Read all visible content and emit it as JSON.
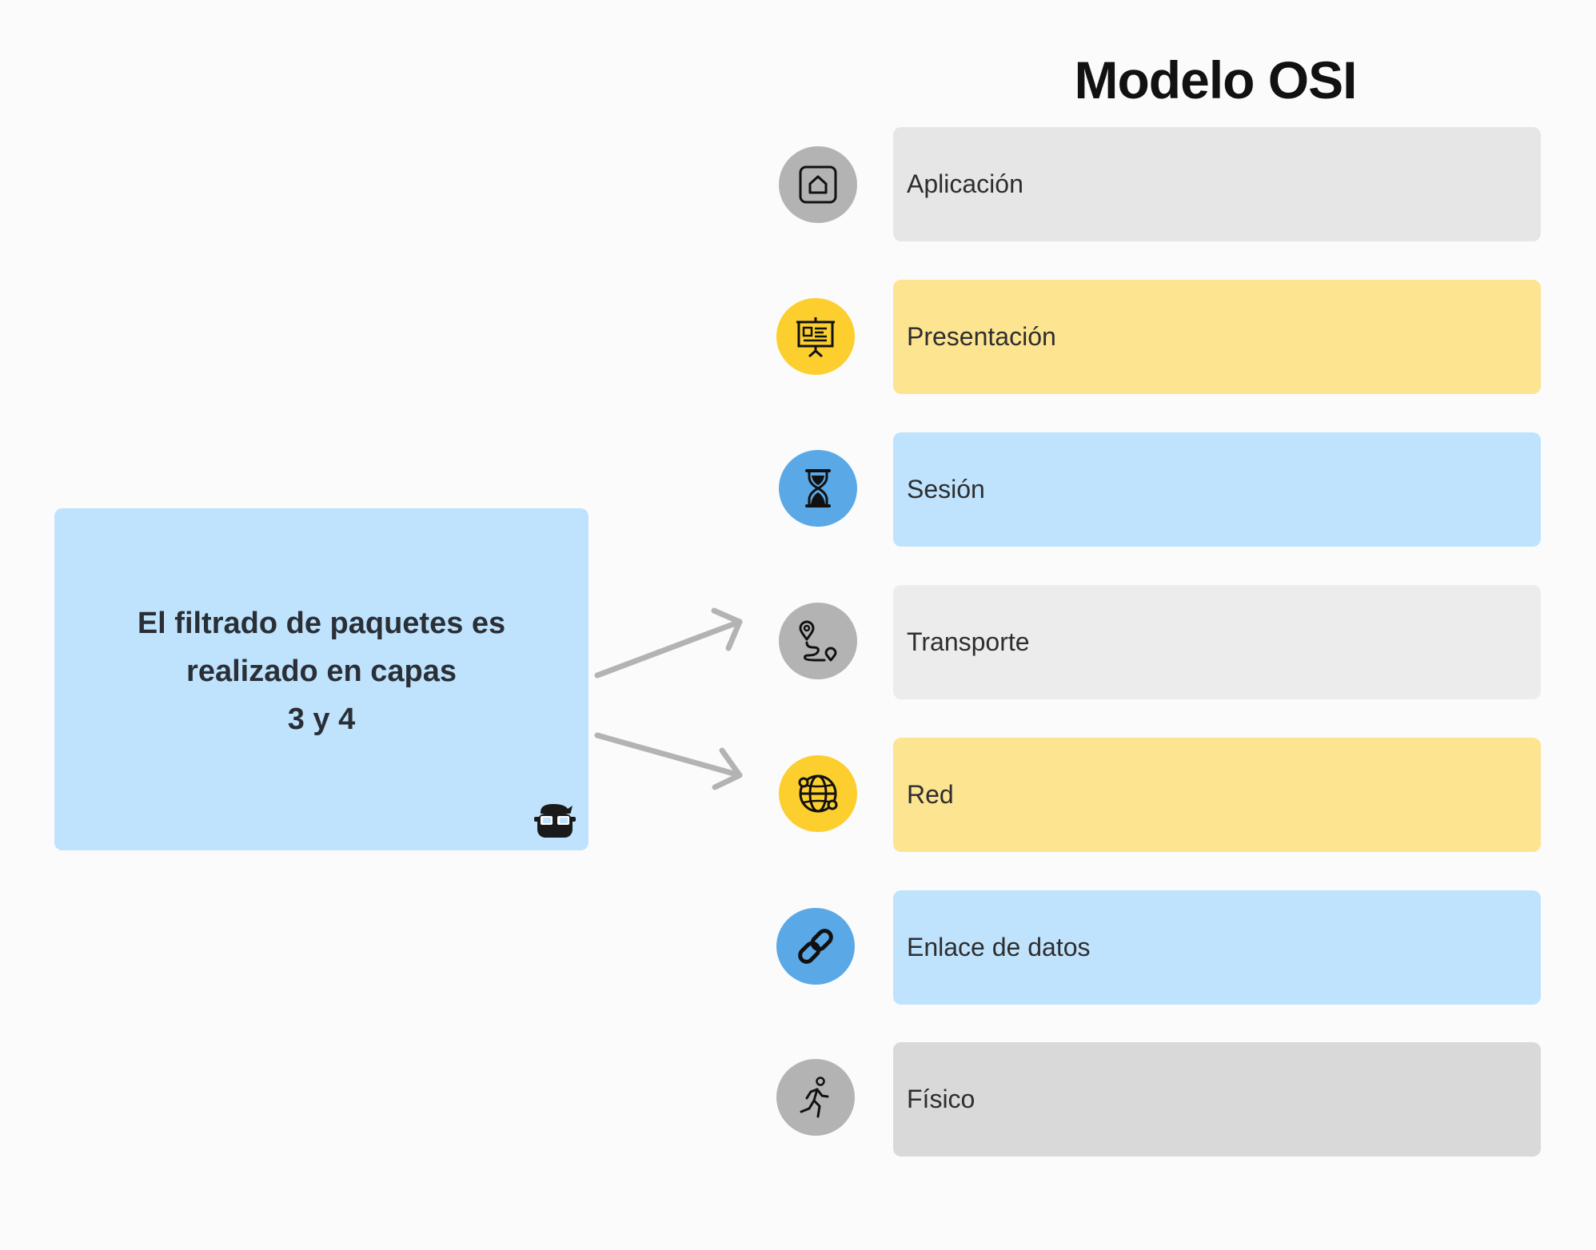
{
  "title": "Modelo OSI",
  "note": {
    "text": "El filtrado de paquetes es\nrealizado en capas\n3 y 4"
  },
  "colors": {
    "background": "#fbfbfb",
    "note": "#bfe3fd",
    "arrow": "#b3b3b3"
  },
  "layers": [
    {
      "label": "Aplicación",
      "icon": "home-icon",
      "box_color": "#e6e6e6",
      "icon_bg": "#b3b3b3"
    },
    {
      "label": "Presentación",
      "icon": "presentation-board-icon",
      "box_color": "#fde491",
      "icon_bg": "#fccf2e"
    },
    {
      "label": "Sesión",
      "icon": "hourglass-icon",
      "box_color": "#bfe3fd",
      "icon_bg": "#5aa9e6"
    },
    {
      "label": "Transporte",
      "icon": "route-icon",
      "box_color": "#ececec",
      "icon_bg": "#b3b3b3"
    },
    {
      "label": "Red",
      "icon": "globe-network-icon",
      "box_color": "#fde491",
      "icon_bg": "#fccf2e"
    },
    {
      "label": "Enlace de datos",
      "icon": "link-icon",
      "box_color": "#bfe3fd",
      "icon_bg": "#5aa9e6"
    },
    {
      "label": "Físico",
      "icon": "running-person-icon",
      "box_color": "#d9d9d9",
      "icon_bg": "#b3b3b3"
    }
  ]
}
